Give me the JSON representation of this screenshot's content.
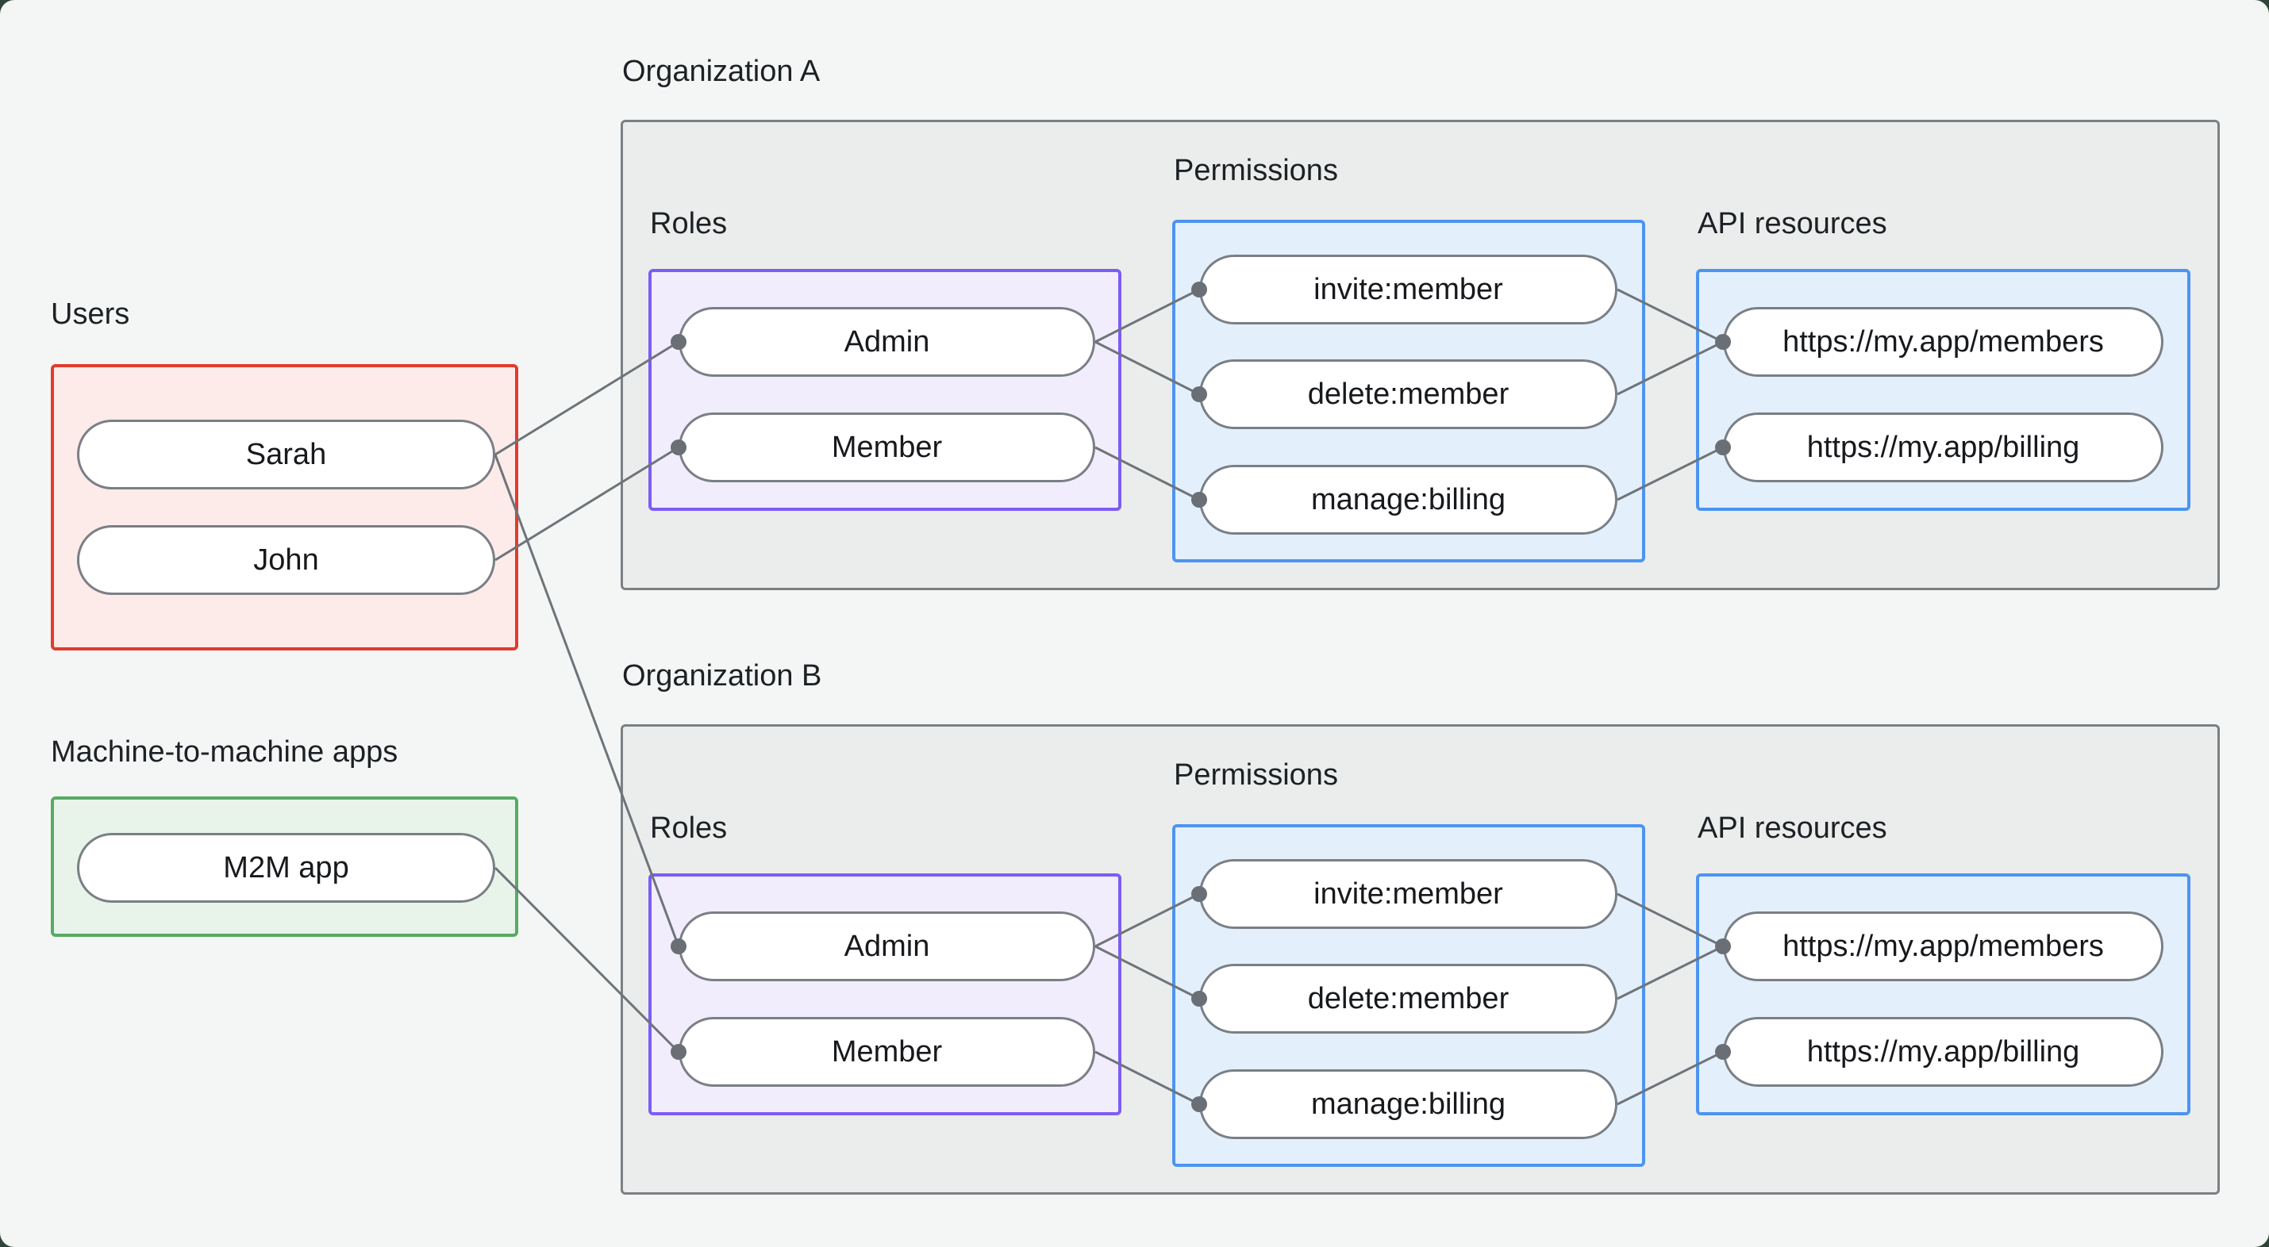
{
  "users_section": {
    "title": "Users",
    "items": [
      "Sarah",
      "John"
    ],
    "box_border_color": "#e03c2f",
    "box_fill_color": "#fcebe9"
  },
  "m2m_section": {
    "title": "Machine-to-machine apps",
    "items": [
      "M2M app"
    ],
    "box_border_color": "#57ab63",
    "box_fill_color": "#e8f4e9"
  },
  "organizations": [
    {
      "title": "Organization A",
      "roles_label": "Roles",
      "permissions_label": "Permissions",
      "api_resources_label": "API resources",
      "roles": [
        "Admin",
        "Member"
      ],
      "permissions": [
        "invite:member",
        "delete:member",
        "manage:billing"
      ],
      "api_resources": [
        "https://my.app/members",
        "https://my.app/billing"
      ]
    },
    {
      "title": "Organization B",
      "roles_label": "Roles",
      "permissions_label": "Permissions",
      "api_resources_label": "API resources",
      "roles": [
        "Admin",
        "Member"
      ],
      "permissions": [
        "invite:member",
        "delete:member",
        "manage:billing"
      ],
      "api_resources": [
        "https://my.app/members",
        "https://my.app/billing"
      ]
    }
  ],
  "edges": [
    {
      "from": "sarah",
      "to": "org-a-admin"
    },
    {
      "from": "john",
      "to": "org-a-member"
    },
    {
      "from": "sarah",
      "to": "org-b-admin"
    },
    {
      "from": "m2m-app",
      "to": "org-b-member"
    },
    {
      "from": "org-a-admin",
      "to": "org-a-invite-member"
    },
    {
      "from": "org-a-admin",
      "to": "org-a-delete-member"
    },
    {
      "from": "org-a-member",
      "to": "org-a-manage-billing"
    },
    {
      "from": "org-a-invite-member",
      "to": "org-a-members-api"
    },
    {
      "from": "org-a-delete-member",
      "to": "org-a-members-api"
    },
    {
      "from": "org-a-manage-billing",
      "to": "org-a-billing-api"
    },
    {
      "from": "org-b-admin",
      "to": "org-b-invite-member"
    },
    {
      "from": "org-b-admin",
      "to": "org-b-delete-member"
    },
    {
      "from": "org-b-member",
      "to": "org-b-manage-billing"
    },
    {
      "from": "org-b-invite-member",
      "to": "org-b-members-api"
    },
    {
      "from": "org-b-delete-member",
      "to": "org-b-members-api"
    },
    {
      "from": "org-b-manage-billing",
      "to": "org-b-billing-api"
    }
  ],
  "colors": {
    "page_background": "#f4f6f5",
    "outside_background": "#2f4539",
    "org_box_fill": "#ebedec",
    "org_box_border": "#7b8084",
    "roles_box_border": "#7c5cf6",
    "roles_box_fill": "#f2edfd",
    "permissions_box_border": "#4d94f1",
    "permissions_box_fill": "#e3f0fc",
    "node_border": "#7a7f85",
    "edge_line": "#6e747a",
    "text": "#1d2125"
  }
}
